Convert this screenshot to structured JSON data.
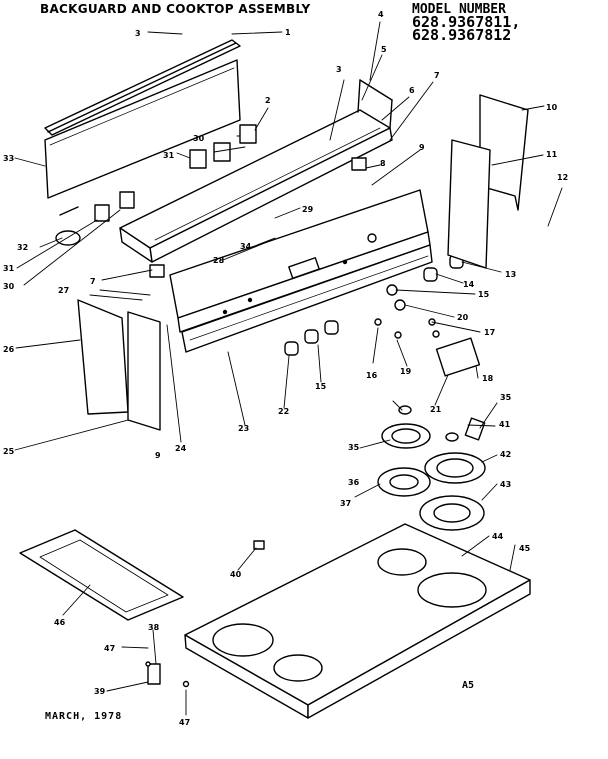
{
  "title": "BACKGUARD AND COOKTOP ASSEMBLY",
  "model": {
    "label": "MODEL NUMBER",
    "numbers": [
      "628.9367811,",
      "628.9367812"
    ]
  },
  "date": "MARCH, 1978",
  "page_number": "A5",
  "callouts": {
    "c1": "1",
    "c2": "2",
    "c3a": "3",
    "c3b": "3",
    "c4": "4",
    "c5": "5",
    "c6": "6",
    "c7a": "7",
    "c7b": "7",
    "c8": "8",
    "c9a": "9",
    "c9b": "9",
    "c10": "10",
    "c11": "11",
    "c12": "12",
    "c13": "13",
    "c14": "14",
    "c15a": "15",
    "c15b": "15",
    "c16": "16",
    "c17": "17",
    "c18": "18",
    "c19": "19",
    "c20": "20",
    "c21": "21",
    "c22": "22",
    "c23": "23",
    "c24": "24",
    "c25": "25",
    "c26": "26",
    "c27": "27",
    "c28": "28",
    "c29": "29",
    "c30a": "30",
    "c30b": "30",
    "c31a": "31",
    "c31b": "31",
    "c32": "32",
    "c33": "33",
    "c34": "34",
    "c35a": "35",
    "c35b": "35",
    "c36": "36",
    "c37": "37",
    "c38": "38",
    "c39": "39",
    "c40": "40",
    "c41": "41",
    "c42": "42",
    "c43": "43",
    "c44": "44",
    "c45": "45",
    "c46": "46",
    "c47a": "47",
    "c47b": "47"
  }
}
